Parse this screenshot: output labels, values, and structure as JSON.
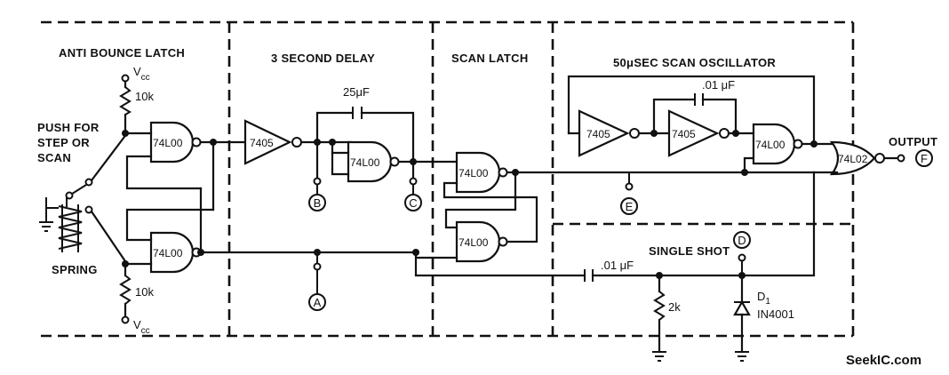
{
  "sections": {
    "anti_bounce": "ANTI BOUNCE LATCH",
    "delay": "3 SECOND DELAY",
    "scan_latch": "SCAN LATCH",
    "oscillator": "50μSEC SCAN OSCILLATOR",
    "single_shot": "SINGLE SHOT"
  },
  "labels": {
    "push_line1": "PUSH FOR",
    "push_line2": "STEP OR",
    "push_line3": "SCAN",
    "spring": "SPRING",
    "output": "OUTPUT",
    "vcc": "V",
    "vcc_sub": "cc",
    "watermark": "SeekIC.com"
  },
  "components": {
    "r_top": "10k",
    "r_bottom": "10k",
    "r_single_shot": "2k",
    "cap_delay": "25μF",
    "cap_osc": ".01 μF",
    "cap_single_shot": ".01 μF",
    "diode_name": "D",
    "diode_sub": "1",
    "diode_part": "IN4001"
  },
  "chips": {
    "nand": "74L00",
    "inverter": "7405",
    "nor": "74L02"
  },
  "test_points": [
    "A",
    "B",
    "C",
    "D",
    "E",
    "F"
  ]
}
